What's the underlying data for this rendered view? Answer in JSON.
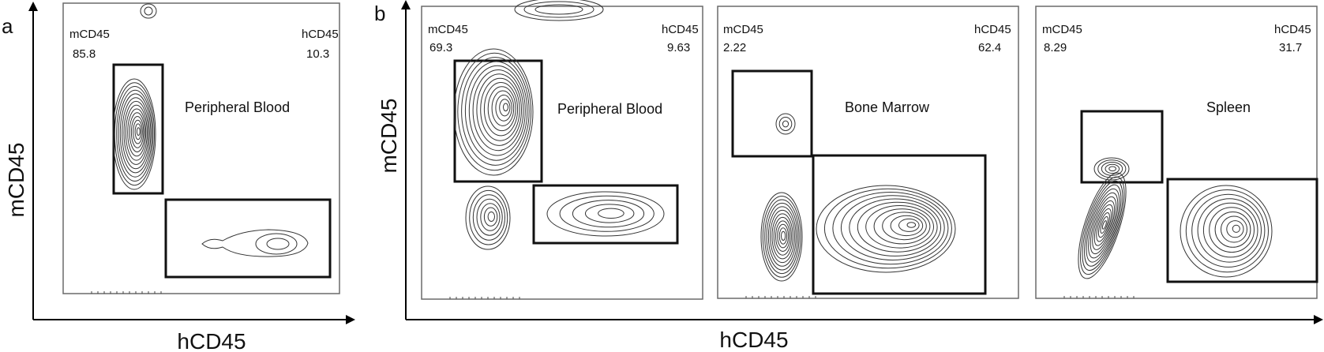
{
  "panels": [
    {
      "letter": "a",
      "y_axis_title": "mCD45",
      "x_axis_title": "hCD45"
    },
    {
      "letter": "b",
      "y_axis_title": "mCD45",
      "x_axis_title": "hCD45"
    }
  ],
  "chart_data": [
    {
      "type": "scatter",
      "subtype": "flow-cytometry-contour",
      "panel": "a",
      "tissue": "Peripheral Blood",
      "xlabel": "hCD45",
      "ylabel": "mCD45",
      "gates": [
        {
          "name": "mCD45",
          "value": "85.8"
        },
        {
          "name": "hCD45",
          "value": "10.3"
        }
      ]
    },
    {
      "type": "scatter",
      "subtype": "flow-cytometry-contour",
      "panel": "b",
      "tissue": "Peripheral Blood",
      "xlabel": "hCD45",
      "ylabel": "mCD45",
      "gates": [
        {
          "name": "mCD45",
          "value": "69.3"
        },
        {
          "name": "hCD45",
          "value": "9.63"
        }
      ]
    },
    {
      "type": "scatter",
      "subtype": "flow-cytometry-contour",
      "panel": "b",
      "tissue": "Bone Marrow",
      "xlabel": "hCD45",
      "ylabel": "mCD45",
      "gates": [
        {
          "name": "mCD45",
          "value": "2.22"
        },
        {
          "name": "hCD45",
          "value": "62.4"
        }
      ]
    },
    {
      "type": "scatter",
      "subtype": "flow-cytometry-contour",
      "panel": "b",
      "tissue": "Spleen",
      "xlabel": "hCD45",
      "ylabel": "mCD45",
      "gates": [
        {
          "name": "mCD45",
          "value": "8.29"
        },
        {
          "name": "hCD45",
          "value": "31.7"
        }
      ]
    }
  ]
}
